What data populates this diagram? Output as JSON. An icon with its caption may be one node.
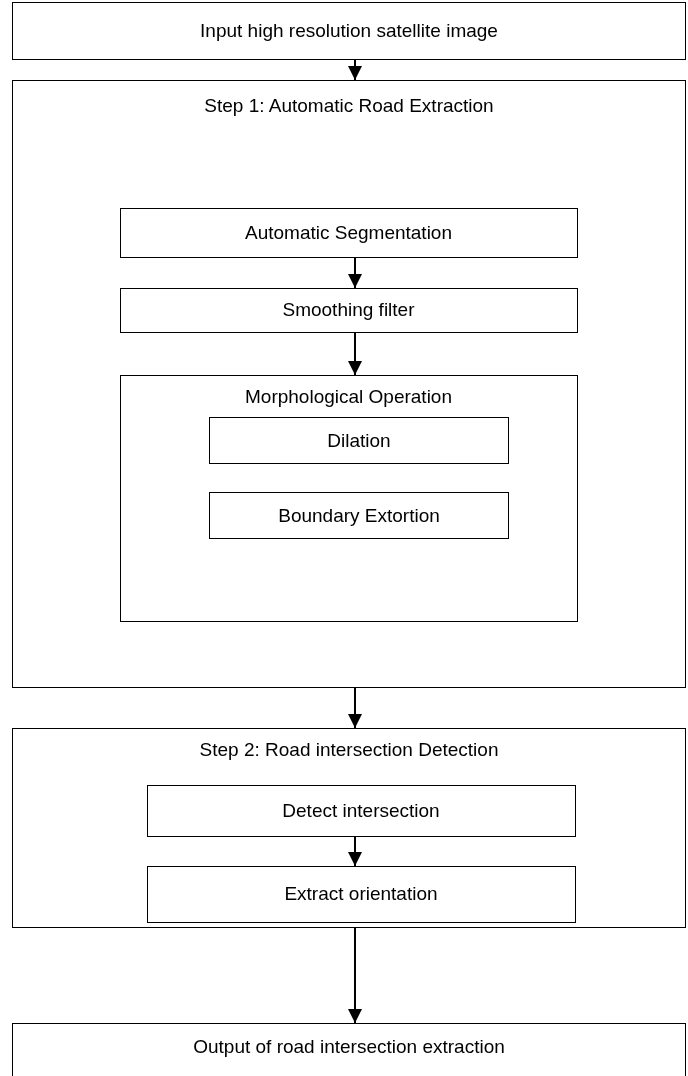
{
  "diagram": {
    "nodes": [
      {
        "text": [
          "Input high resolution satellite image"
        ]
      },
      {
        "text": [
          "Step 1: Automatic Road Extraction"
        ]
      },
      {
        "text": [
          "Automatic Segmentation"
        ],
        "in": 1
      },
      {
        "text": [
          "Smoothing filter"
        ],
        "in": 1
      },
      {
        "text": [
          "Morphological Operation"
        ],
        "in": 1
      },
      {
        "text": [
          "Dilation"
        ],
        "in": 4
      },
      {
        "text": [
          "Boundary Extortion"
        ],
        "in": 4
      },
      {
        "text": [
          "Step 2: Road intersection Detection"
        ]
      },
      {
        "text": [
          "Detect intersection"
        ],
        "in": 7
      },
      {
        "text": [
          "Extract orientation"
        ],
        "in": 7
      },
      {
        "text": [
          "Output of road intersection extraction"
        ]
      }
    ],
    "edges": [
      {
        "from": 0,
        "to": 1,
        "arrow": "to"
      },
      {
        "from": 2,
        "to": 3,
        "arrow": "to"
      },
      {
        "from": 3,
        "to": 4,
        "arrow": "to"
      },
      {
        "from": 1,
        "to": 7,
        "arrow": "to"
      },
      {
        "from": 8,
        "to": 9,
        "arrow": "to"
      },
      {
        "from": 7,
        "to": 10,
        "arrow": "to"
      }
    ]
  }
}
